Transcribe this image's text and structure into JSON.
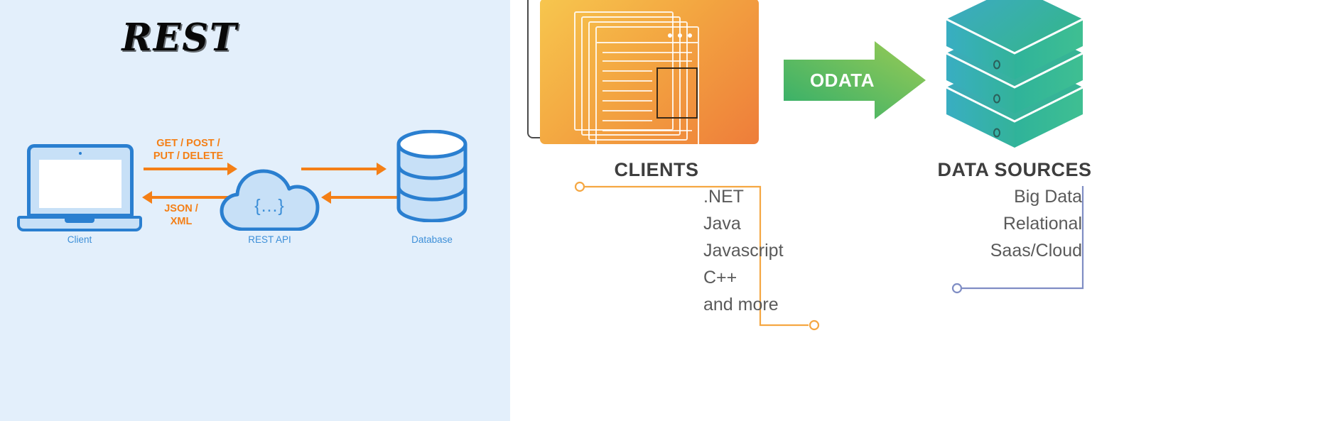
{
  "diagram": {
    "left": {
      "title": "REST",
      "background_color": "#e3effb",
      "accent_color": "#f47f16",
      "node_color": "#3d8fd8",
      "nodes": [
        {
          "id": "client",
          "label": "Client",
          "icon": "laptop-icon"
        },
        {
          "id": "rest-api",
          "label": "REST API",
          "icon": "cloud-icon",
          "glyph": "{...}"
        },
        {
          "id": "database",
          "label": "Database",
          "icon": "database-cylinder-icon"
        }
      ],
      "edges": [
        {
          "id": "request",
          "label_line1": "GET / POST /",
          "label_line2": "PUT / DELETE",
          "direction": "right"
        },
        {
          "id": "response",
          "label_line1": "JSON /",
          "label_line2": "XML",
          "direction": "left"
        }
      ]
    },
    "right": {
      "background_color": "#ffffff",
      "arrow": {
        "label": "ODATA",
        "color_start": "#2fae6b",
        "color_end": "#8cc63f"
      },
      "clients": {
        "title": "CLIENTS",
        "bracket_color": "#f5a742",
        "items": [
          ".NET",
          "Java",
          "Javascript",
          "C++",
          "and more"
        ]
      },
      "data_sources": {
        "title": "DATA SOURCES",
        "bracket_color": "#7f8dc4",
        "items": [
          "Big Data",
          "Relational",
          "Saas/Cloud"
        ]
      }
    }
  }
}
